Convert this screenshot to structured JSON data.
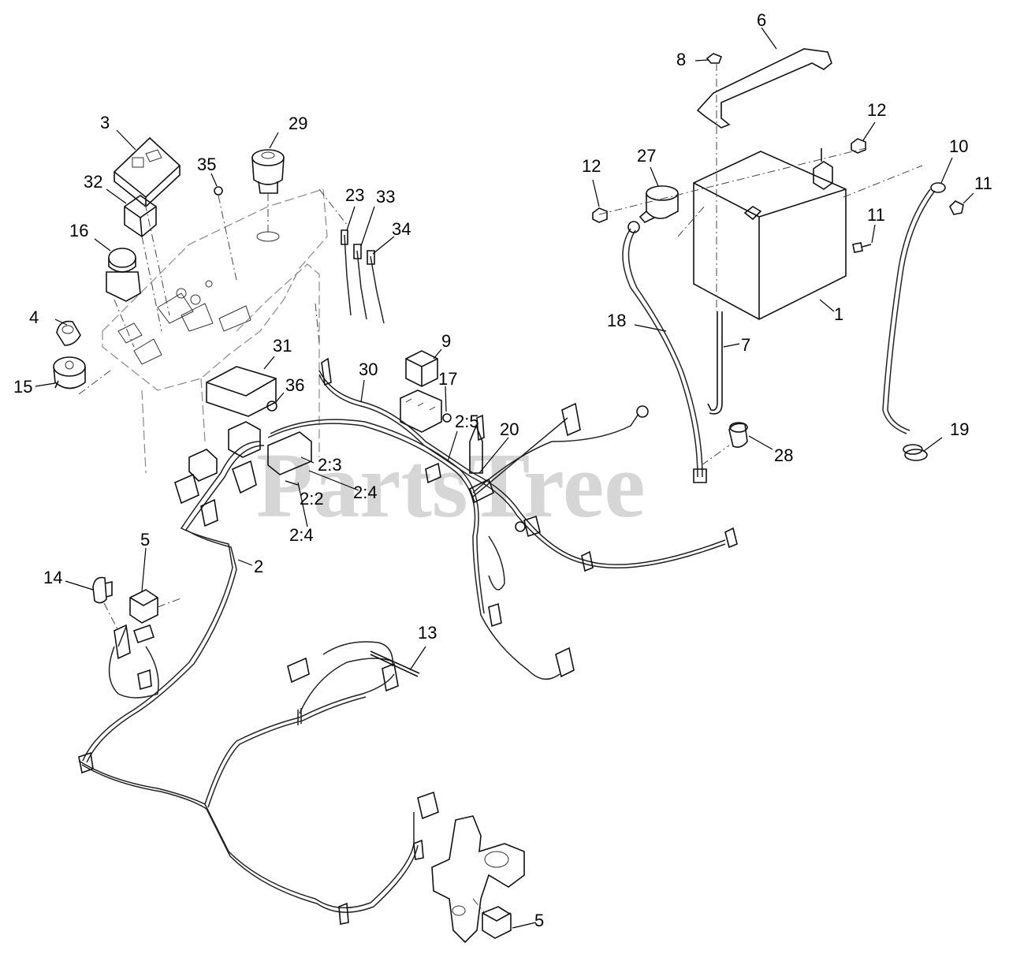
{
  "watermark": "PartsTree",
  "callouts": [
    {
      "id": "1",
      "text": "1"
    },
    {
      "id": "2",
      "text": "2"
    },
    {
      "id": "2-2",
      "text": "2:2"
    },
    {
      "id": "2-3",
      "text": "2:3"
    },
    {
      "id": "2-4a",
      "text": "2:4"
    },
    {
      "id": "2-4b",
      "text": "2:4"
    },
    {
      "id": "2-5",
      "text": "2:5"
    },
    {
      "id": "3",
      "text": "3"
    },
    {
      "id": "4",
      "text": "4"
    },
    {
      "id": "5a",
      "text": "5"
    },
    {
      "id": "5b",
      "text": "5"
    },
    {
      "id": "6",
      "text": "6"
    },
    {
      "id": "7",
      "text": "7"
    },
    {
      "id": "8",
      "text": "8"
    },
    {
      "id": "9",
      "text": "9"
    },
    {
      "id": "10",
      "text": "10"
    },
    {
      "id": "11a",
      "text": "11"
    },
    {
      "id": "11b",
      "text": "11"
    },
    {
      "id": "12a",
      "text": "12"
    },
    {
      "id": "12b",
      "text": "12"
    },
    {
      "id": "13",
      "text": "13"
    },
    {
      "id": "14",
      "text": "14"
    },
    {
      "id": "15",
      "text": "15"
    },
    {
      "id": "16",
      "text": "16"
    },
    {
      "id": "17",
      "text": "17"
    },
    {
      "id": "18",
      "text": "18"
    },
    {
      "id": "19",
      "text": "19"
    },
    {
      "id": "20",
      "text": "20"
    },
    {
      "id": "23",
      "text": "23"
    },
    {
      "id": "27",
      "text": "27"
    },
    {
      "id": "28",
      "text": "28"
    },
    {
      "id": "29",
      "text": "29"
    },
    {
      "id": "30",
      "text": "30"
    },
    {
      "id": "31",
      "text": "31"
    },
    {
      "id": "32",
      "text": "32"
    },
    {
      "id": "33",
      "text": "33"
    },
    {
      "id": "34",
      "text": "34"
    },
    {
      "id": "35",
      "text": "35"
    },
    {
      "id": "36",
      "text": "36"
    }
  ]
}
